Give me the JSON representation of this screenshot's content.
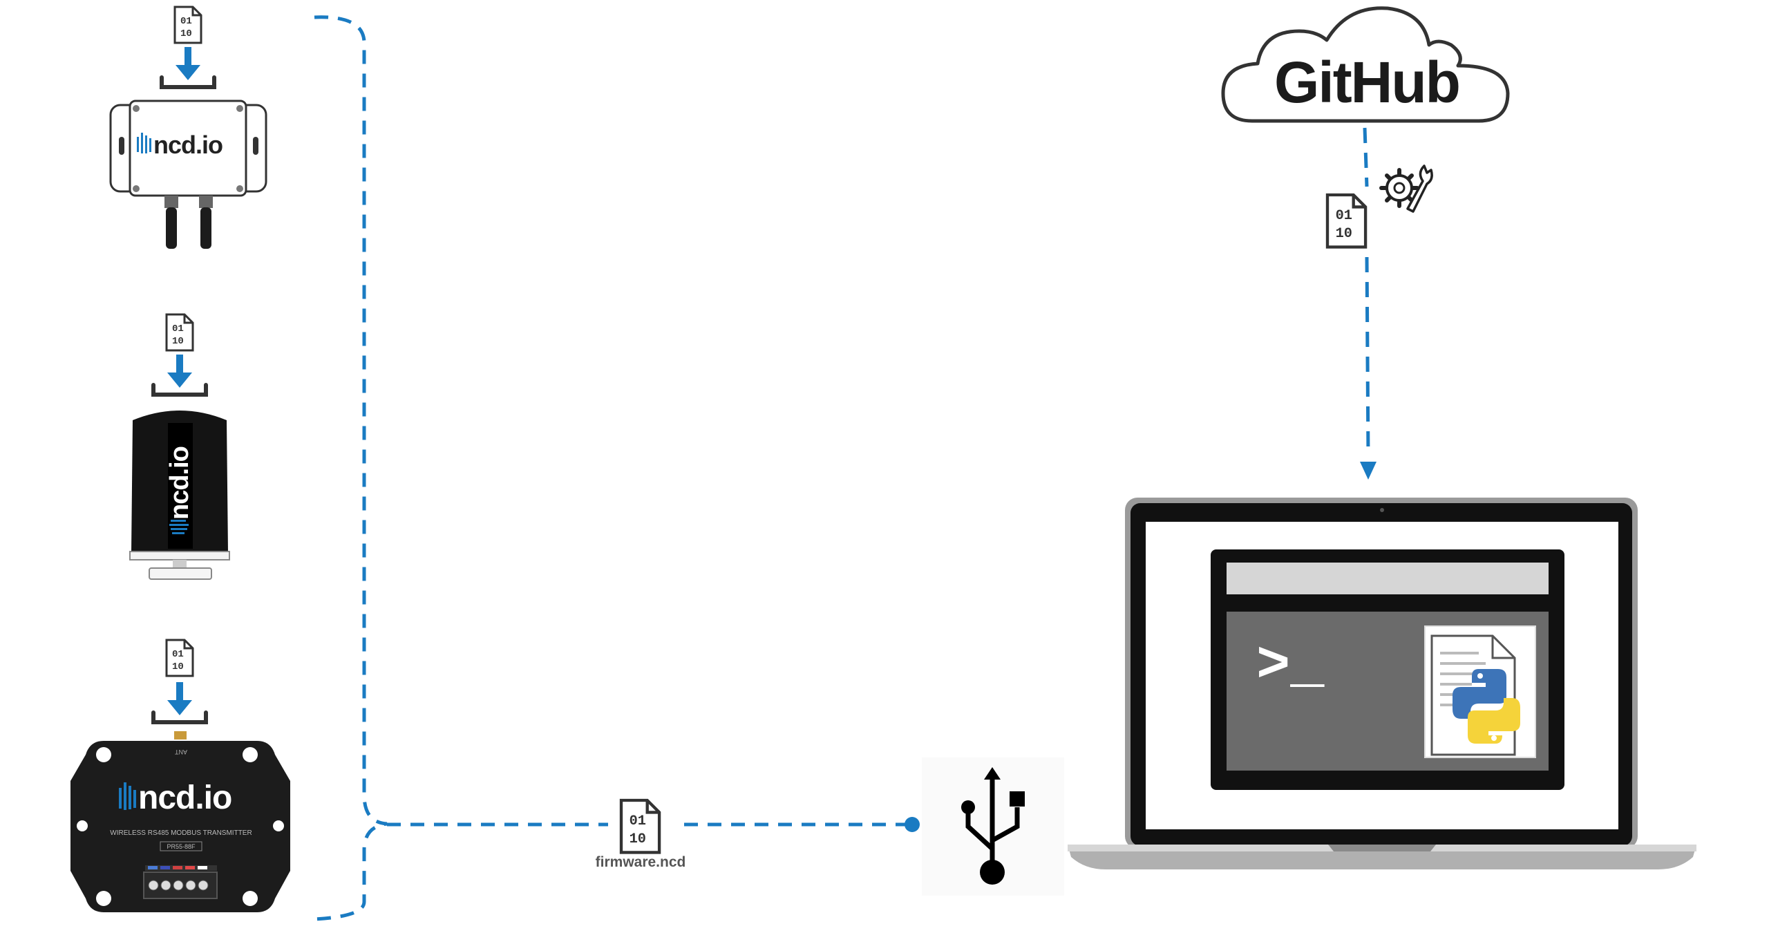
{
  "github": {
    "label": "GitHub"
  },
  "devices": [
    {
      "name": "enclosure-sensor",
      "brand": "ncd.io",
      "firmware_bits": [
        "01",
        "10"
      ]
    },
    {
      "name": "cylinder-sensor",
      "brand": "ncd.io",
      "firmware_bits": [
        "01",
        "10"
      ]
    },
    {
      "name": "modbus-transmitter",
      "brand": "ncd.io",
      "firmware_bits": [
        "01",
        "10"
      ],
      "subtitle": "WIRELESS RS485 MODBUS TRANSMITTER",
      "model": "PR55-88F",
      "ant": "ANT"
    }
  ],
  "firmware": {
    "filename": "firmware.ncd",
    "bits": [
      "01",
      "10"
    ]
  },
  "terminal": {
    "prompt": ">_"
  },
  "colors": {
    "accent": "#1a7bc2",
    "outline": "#3a3a3a",
    "device_dark": "#1c1c1c"
  },
  "icons": [
    "file-binary-icon",
    "download-arrow-icon",
    "gear-wrench-icon",
    "usb-icon",
    "python-icon",
    "document-icon",
    "cloud-icon",
    "laptop-icon"
  ]
}
